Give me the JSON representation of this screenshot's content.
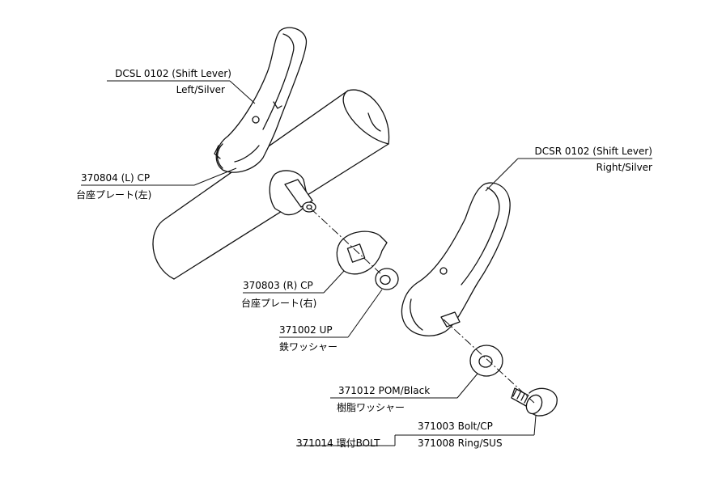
{
  "parts": {
    "left_lever": {
      "code": "DCSL 0102 (Shift Lever)",
      "variant": "Left/Silver"
    },
    "right_lever": {
      "code": "DCSR 0102 (Shift Lever)",
      "variant": "Right/Silver"
    },
    "left_plate": {
      "code": "370804 (L) CP",
      "name": "台座プレート(左)"
    },
    "right_plate": {
      "code": "370803 (R) CP",
      "name": "台座プレート(右)"
    },
    "iron_washer": {
      "code": "371002 UP",
      "name": "鉄ワッシャー"
    },
    "resin_washer": {
      "code": "371012 POM/Black",
      "name": "樹脂ワッシャー"
    },
    "ring_bolt": {
      "code": "371014 環付BOLT"
    },
    "bolt": {
      "code": "371003 Bolt/CP"
    },
    "ring": {
      "code": "371008 Ring/SUS"
    }
  }
}
